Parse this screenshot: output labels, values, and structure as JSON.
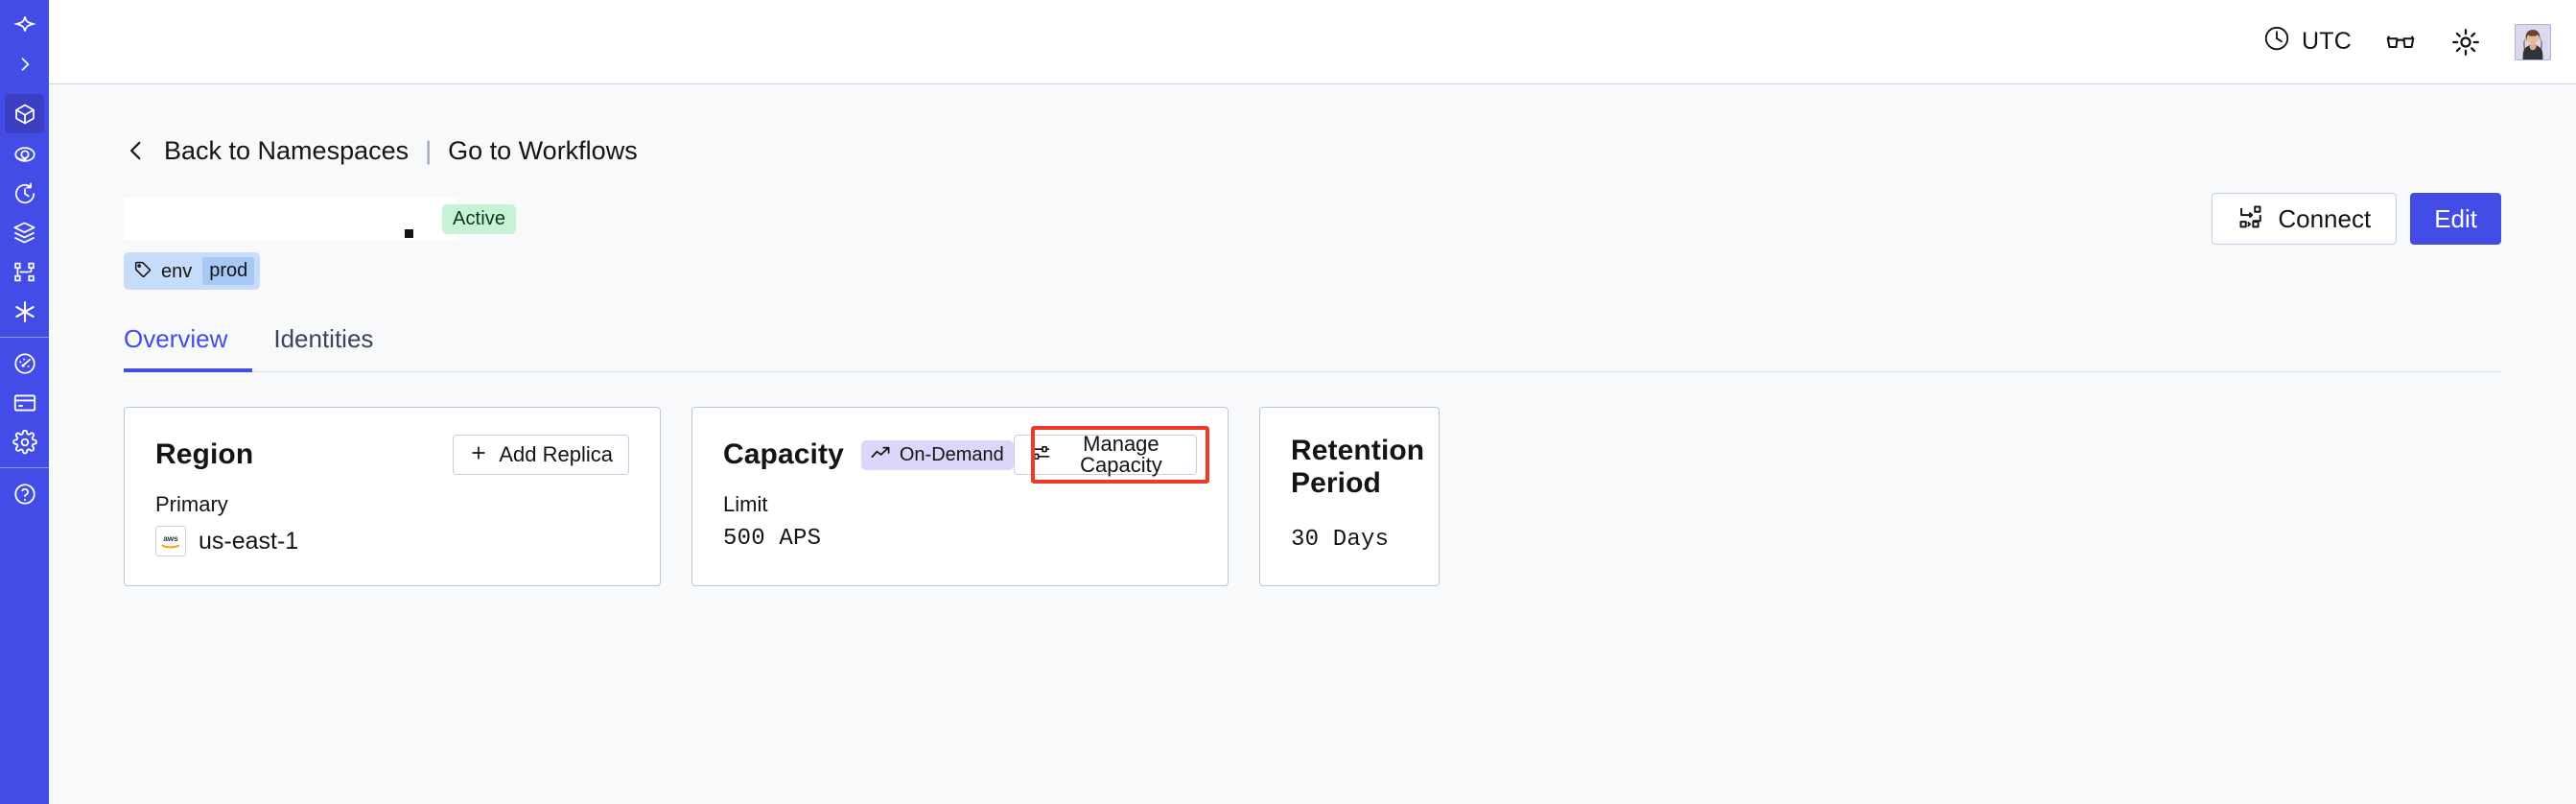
{
  "sidebar": {
    "brand_color": "#444ce7",
    "active_color": "#3a3fc4",
    "logo": {
      "name": "temporal-logo-icon"
    },
    "expand": {
      "name": "chevron-right-icon"
    },
    "items": [
      {
        "name": "namespaces",
        "icon": "cube-icon",
        "active": true
      },
      {
        "name": "observability",
        "icon": "eye-icon",
        "active": false
      },
      {
        "name": "schedules",
        "icon": "clock-arrow-icon",
        "active": false
      },
      {
        "name": "batch-operations",
        "icon": "layers-icon",
        "active": false
      },
      {
        "name": "workflows",
        "icon": "nodes-icon",
        "active": false
      },
      {
        "name": "integrations",
        "icon": "asterisk-icon",
        "active": false
      },
      {
        "name": "usage",
        "icon": "gauge-icon",
        "active": false
      },
      {
        "name": "billing",
        "icon": "credit-card-icon",
        "active": false
      },
      {
        "name": "settings",
        "icon": "gear-icon",
        "active": false
      },
      {
        "name": "support",
        "icon": "help-icon",
        "active": false
      }
    ]
  },
  "topbar": {
    "timezone": "UTC",
    "timezone_icon": "clock-icon",
    "glasses_icon": "glasses-icon",
    "theme_icon": "sun-icon",
    "avatar_name": "user-avatar"
  },
  "breadcrumb": {
    "back_icon": "chevron-left-icon",
    "back_label": "Back to Namespaces",
    "separator": "|",
    "forward_label": "Go to Workflows"
  },
  "namespace": {
    "title": "",
    "status": "Active",
    "status_color": "#c6f2d6",
    "tags": [
      {
        "icon": "tag-icon",
        "key": "env",
        "value": "prod"
      }
    ]
  },
  "actions": {
    "connect": {
      "label": "Connect",
      "icon": "connect-icon"
    },
    "edit": {
      "label": "Edit"
    }
  },
  "tabs": [
    {
      "label": "Overview",
      "active": true
    },
    {
      "label": "Identities",
      "active": false
    }
  ],
  "cards": {
    "region": {
      "title": "Region",
      "action": {
        "label": "Add Replica",
        "icon": "plus-icon"
      },
      "sub_label": "Primary",
      "provider_icon": "aws-logo-icon",
      "value": "us-east-1"
    },
    "capacity": {
      "title": "Capacity",
      "badge": {
        "label": "On-Demand",
        "icon": "trending-up-icon",
        "color": "#ded5fa"
      },
      "action": {
        "label": "Manage Capacity",
        "icon": "sliders-icon"
      },
      "sub_label": "Limit",
      "value": "500 APS",
      "highlighted": true,
      "highlight_color": "#ef3b24"
    },
    "retention": {
      "title": "Retention Period",
      "value": "30 Days"
    }
  }
}
